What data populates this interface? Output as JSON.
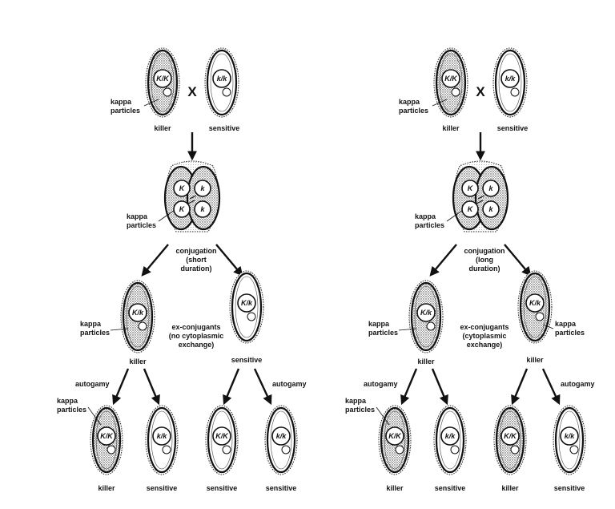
{
  "panels": [
    {
      "top": {
        "cross_symbol": "X",
        "left_genotype": "K/K",
        "right_genotype": "k/k",
        "kappa_label_line1": "kappa",
        "kappa_label_line2": "particles",
        "left_label": "killer",
        "right_label": "sensitive"
      },
      "pair": {
        "genes": [
          "K",
          "k",
          "K",
          "k"
        ],
        "kappa_label_line1": "kappa",
        "kappa_label_line2": "particles"
      },
      "conjugation": [
        "conjugation",
        "(short",
        "duration)"
      ],
      "exconjugants": {
        "left_genotype": "K/k",
        "right_genotype": "K/k",
        "left_label": "killer",
        "right_label": "sensitive",
        "kappa_label_line1": "kappa",
        "kappa_label_line2": "particles",
        "right_kappa_line1": "",
        "right_kappa_line2": "",
        "note": [
          "ex-conjugants",
          "(no cytoplasmic",
          "exchange)"
        ]
      },
      "autogamy_left": "autogamy",
      "autogamy_right": "autogamy",
      "bottom_kappa_line1": "kappa",
      "bottom_kappa_line2": "particles",
      "bottom": [
        {
          "genotype": "K/K",
          "label": "killer",
          "kappa": true
        },
        {
          "genotype": "k/k",
          "label": "sensitive",
          "kappa": false
        },
        {
          "genotype": "K/K",
          "label": "sensitive",
          "kappa": false
        },
        {
          "genotype": "k/k",
          "label": "sensitive",
          "kappa": false
        }
      ]
    },
    {
      "top": {
        "cross_symbol": "X",
        "left_genotype": "K/K",
        "right_genotype": "k/k",
        "kappa_label_line1": "kappa",
        "kappa_label_line2": "particles",
        "left_label": "killer",
        "right_label": "sensitive"
      },
      "pair": {
        "genes": [
          "K",
          "k",
          "K",
          "k"
        ],
        "kappa_label_line1": "kappa",
        "kappa_label_line2": "particles"
      },
      "conjugation": [
        "conjugation",
        "(long",
        "duration)"
      ],
      "exconjugants": {
        "left_genotype": "K/k",
        "right_genotype": "K/k",
        "left_label": "killer",
        "right_label": "killer",
        "kappa_label_line1": "kappa",
        "kappa_label_line2": "particles",
        "right_kappa_line1": "kappa",
        "right_kappa_line2": "particles",
        "note": [
          "ex-conjugants",
          "(cytoplasmic",
          "exchange)"
        ]
      },
      "autogamy_left": "autogamy",
      "autogamy_right": "autogamy",
      "bottom_kappa_line1": "kappa",
      "bottom_kappa_line2": "particles",
      "bottom": [
        {
          "genotype": "K/K",
          "label": "killer",
          "kappa": true
        },
        {
          "genotype": "k/k",
          "label": "sensitive",
          "kappa": false
        },
        {
          "genotype": "K/K",
          "label": "killer",
          "kappa": true
        },
        {
          "genotype": "k/k",
          "label": "sensitive",
          "kappa": false
        }
      ]
    }
  ]
}
